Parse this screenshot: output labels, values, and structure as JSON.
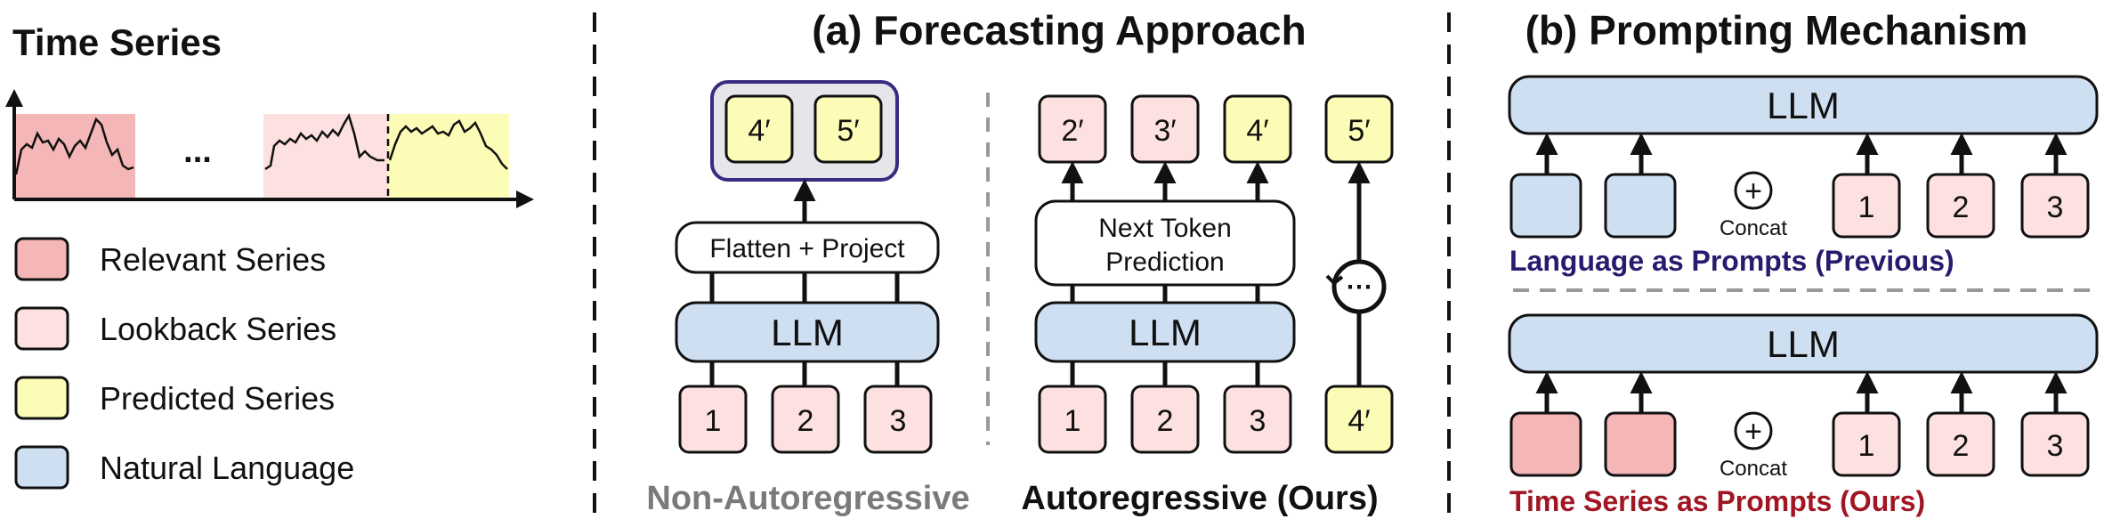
{
  "time_series_panel": {
    "title": "Time Series",
    "ellipsis": "...",
    "legend": [
      {
        "label": "Relevant Series",
        "color": "#f4b6b6"
      },
      {
        "label": "Lookback Series",
        "color": "#fde0e0"
      },
      {
        "label": "Predicted Series",
        "color": "#fdfcb6"
      },
      {
        "label": "Natural Language",
        "color": "#cfdff2"
      }
    ]
  },
  "forecasting": {
    "title": "(a) Forecasting Approach",
    "non_autoregressive": {
      "caption": "Non-Autoregressive",
      "outputs": [
        "4′",
        "5′"
      ],
      "head": "Flatten + Project",
      "llm": "LLM",
      "inputs": [
        "1",
        "2",
        "3"
      ]
    },
    "autoregressive": {
      "caption": "Autoregressive (Ours)",
      "outputs": [
        "2′",
        "3′",
        "4′",
        "5′"
      ],
      "head_line1": "Next Token",
      "head_line2": "Prediction",
      "llm": "LLM",
      "inputs": [
        "1",
        "2",
        "3"
      ],
      "feedback_input": "4′",
      "loop_symbol": "⋯"
    }
  },
  "prompting": {
    "title": "(b) Prompting Mechanism",
    "concat_symbol": "+",
    "concat_label": "Concat",
    "top": {
      "llm": "LLM",
      "inputs": [
        "1",
        "2",
        "3"
      ],
      "caption": "Language as Prompts (Previous)",
      "caption_color": "#2a1a6e"
    },
    "bottom": {
      "llm": "LLM",
      "inputs": [
        "1",
        "2",
        "3"
      ],
      "caption": "Time Series as Prompts (Ours)",
      "caption_color": "#a01622"
    }
  },
  "colors": {
    "relevant": "#f4b6b6",
    "lookback": "#fde0e0",
    "predicted": "#fdfcb6",
    "language": "#cfdff2",
    "output_group_border": "#3a2a80"
  }
}
